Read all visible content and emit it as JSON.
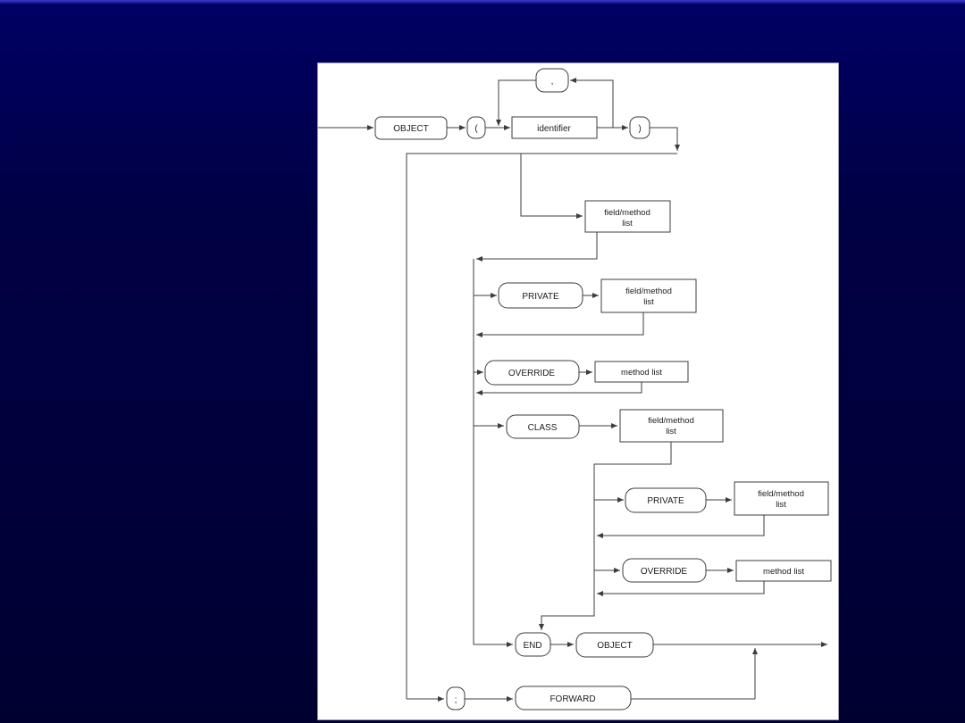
{
  "background": {
    "page_color": "#000042",
    "page_top_stripe": "#3c3cc8",
    "panel_color": "#ffffff",
    "line_color": "#3c3c3c"
  },
  "diagram": {
    "type": "railroad-syntax-diagram",
    "description": "Syntax diagram of an OBJECT type declaration with optional identifier list, field/method lists, PRIVATE, OVERRIDE and CLASS sections, END OBJECT, and a FORWARD alternative",
    "nodes": {
      "object_keyword": "OBJECT",
      "left_paren": "(",
      "identifier": "identifier",
      "right_paren": ")",
      "comma": ",",
      "field_method_list_1": {
        "line1": "field/method",
        "line2": "list"
      },
      "private_1": "PRIVATE",
      "field_method_list_2": {
        "line1": "field/method",
        "line2": "list"
      },
      "override_1": "OVERRIDE",
      "method_list_1": "method list",
      "class_keyword": "CLASS",
      "field_method_list_3": {
        "line1": "field/method",
        "line2": "list"
      },
      "private_2": "PRIVATE",
      "field_method_list_4": {
        "line1": "field/method",
        "line2": "list"
      },
      "override_2": "OVERRIDE",
      "method_list_2": "method list",
      "end_keyword": "END",
      "object_keyword_2": "OBJECT",
      "semicolon": ";",
      "forward_keyword": "FORWARD"
    }
  }
}
